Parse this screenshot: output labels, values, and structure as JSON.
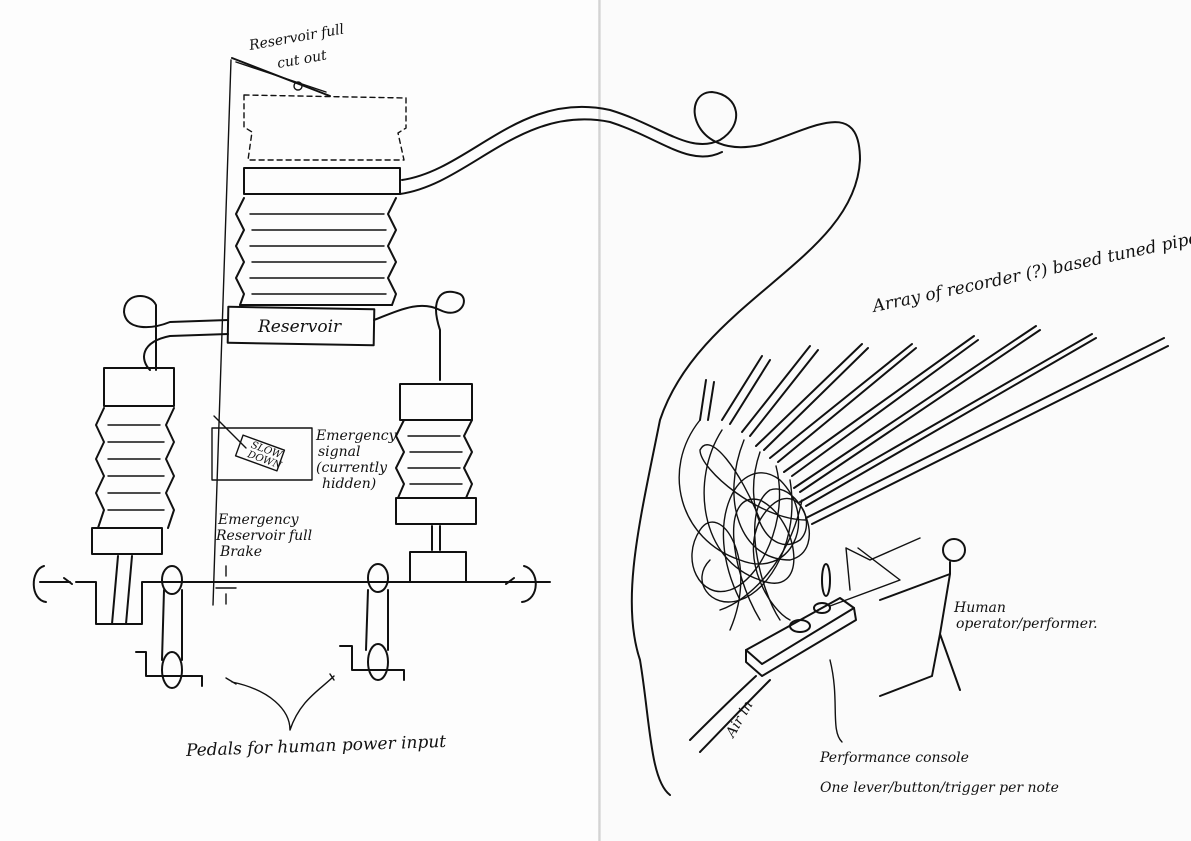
{
  "labels": {
    "reservoir_cutout": [
      "Reservoir full",
      "cut out"
    ],
    "reservoir": "Reservoir",
    "slow_down": [
      "SLOW",
      "DOWN"
    ],
    "emergency_signal": [
      "Emergency",
      "signal",
      "(currently",
      "hidden)"
    ],
    "emergency_brake": [
      "Emergency",
      "Reservoir full",
      "Brake"
    ],
    "pedals": "Pedals for human power input",
    "pipe_array": "Array of recorder (?) based tuned pipes",
    "operator": [
      "Human",
      "operator/performer."
    ],
    "air_in": "Air in",
    "console": [
      "Performance console",
      "One lever/button/trigger per note"
    ]
  }
}
